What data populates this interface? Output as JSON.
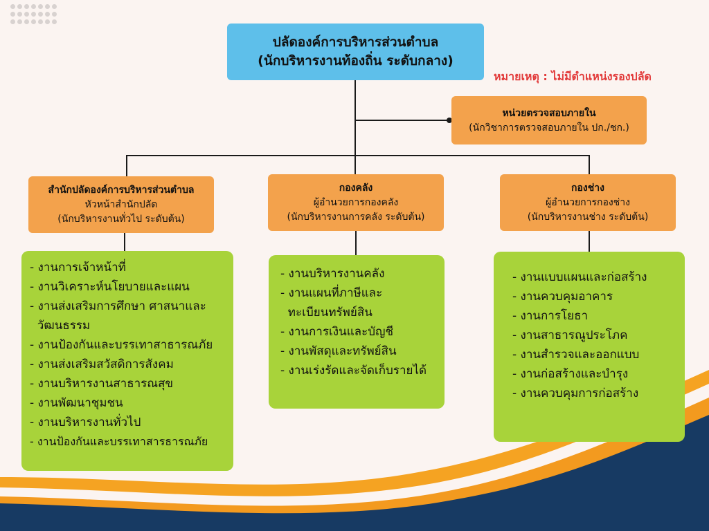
{
  "top": {
    "line1": "ปลัดองค์การบริหารส่วนตำบล",
    "line2": "(นักบริหารงานท้องถิ่น ระดับกลาง)"
  },
  "note": "หมายเหตุ : ไม่มีตำแหน่งรองปลัด",
  "audit": {
    "title": "หน่วยตรวจสอบภายใน",
    "sub": "(นักวิชาการตรวจสอบภายใน ปก./ชก.)"
  },
  "divisions": [
    {
      "title": "สำนักปลัดองค์การบริหารส่วนตำบล",
      "head": "หัวหน้าสำนักปลัด",
      "level": "(นักบริหารงานทั่วไป ระดับต้น)",
      "tasks": [
        "- งานการเจ้าหน้าที่",
        "- งานวิเคราะห์นโยบายและแผน",
        "- งานส่งเสริมการศึกษา ศาสนาและ",
        "  วัฒนธรรม",
        "- งานป้องกันและบรรเทาสาธารณภัย",
        "- งานส่งเสริมสวัสดิการสังคม",
        "- งานบริหารงานสาธารณสุข",
        "- งานพัฒนาชุมชน",
        "- งานบริหารงานทั่วไป",
        "- งานป้องกันและบรรเทาสารธารณภัย"
      ]
    },
    {
      "title": "กองคลัง",
      "head": "ผู้อำนวยการกองคลัง",
      "level": "(นักบริหารงานการคลัง ระดับต้น)",
      "tasks": [
        "- งานบริหารงานคลัง",
        "- งานแผนที่ภาษีและ",
        "  ทะเบียนทรัพย์สิน",
        "- งานการเงินและบัญชี",
        "- งานพัสดุและทรัพย์สิน",
        "- งานเร่งรัดและจัดเก็บรายได้"
      ]
    },
    {
      "title": "กองช่าง",
      "head": "ผู้อำนวยการกองช่าง",
      "level": "(นักบริหารงานช่าง ระดับต้น)",
      "tasks": [
        "- งานแบบแผนและก่อสร้าง",
        "- งานควบคุมอาคาร",
        "- งานการโยธา",
        "- งานสาธารณูประโภค",
        "- งานสำรวจและออกแบบ",
        "- งานก่อสร้างและบำรุง",
        "- งานควบคุมการก่อสร้าง"
      ]
    }
  ],
  "colors": {
    "background": "#fbf4f1",
    "top_box": "#5ebfea",
    "division_box": "#f3a24c",
    "task_box": "#a8d33a",
    "note_text": "#e23b3b",
    "wave_navy": "#173a63",
    "wave_orange": "#f39a1f"
  }
}
